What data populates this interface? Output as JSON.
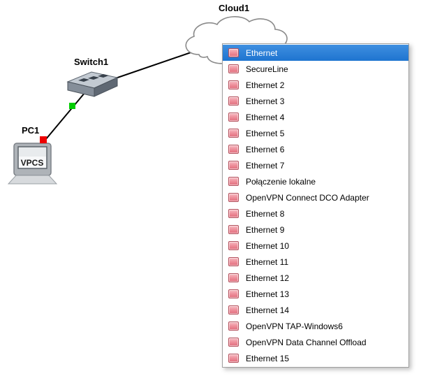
{
  "topology": {
    "nodes": {
      "cloud": {
        "label": "Cloud1"
      },
      "switch": {
        "label": "Switch1"
      },
      "pc": {
        "label": "PC1",
        "screen_text": "VPCS"
      }
    },
    "status_colors": {
      "up": "#00cc00",
      "down": "#ee0000"
    }
  },
  "menu": {
    "selection_color": "#1e74d0",
    "adapter_icon_color": "#ee8f9b",
    "items": [
      {
        "label": "Ethernet",
        "selected": true
      },
      {
        "label": "SecureLine",
        "selected": false
      },
      {
        "label": "Ethernet 2",
        "selected": false
      },
      {
        "label": "Ethernet 3",
        "selected": false
      },
      {
        "label": "Ethernet 4",
        "selected": false
      },
      {
        "label": "Ethernet 5",
        "selected": false
      },
      {
        "label": "Ethernet 6",
        "selected": false
      },
      {
        "label": "Ethernet 7",
        "selected": false
      },
      {
        "label": "Połączenie lokalne",
        "selected": false
      },
      {
        "label": "OpenVPN Connect DCO Adapter",
        "selected": false
      },
      {
        "label": "Ethernet 8",
        "selected": false
      },
      {
        "label": "Ethernet 9",
        "selected": false
      },
      {
        "label": "Ethernet 10",
        "selected": false
      },
      {
        "label": "Ethernet 11",
        "selected": false
      },
      {
        "label": "Ethernet 12",
        "selected": false
      },
      {
        "label": "Ethernet 13",
        "selected": false
      },
      {
        "label": "Ethernet 14",
        "selected": false
      },
      {
        "label": "OpenVPN TAP-Windows6",
        "selected": false
      },
      {
        "label": "OpenVPN Data Channel Offload",
        "selected": false
      },
      {
        "label": "Ethernet 15",
        "selected": false
      }
    ]
  }
}
